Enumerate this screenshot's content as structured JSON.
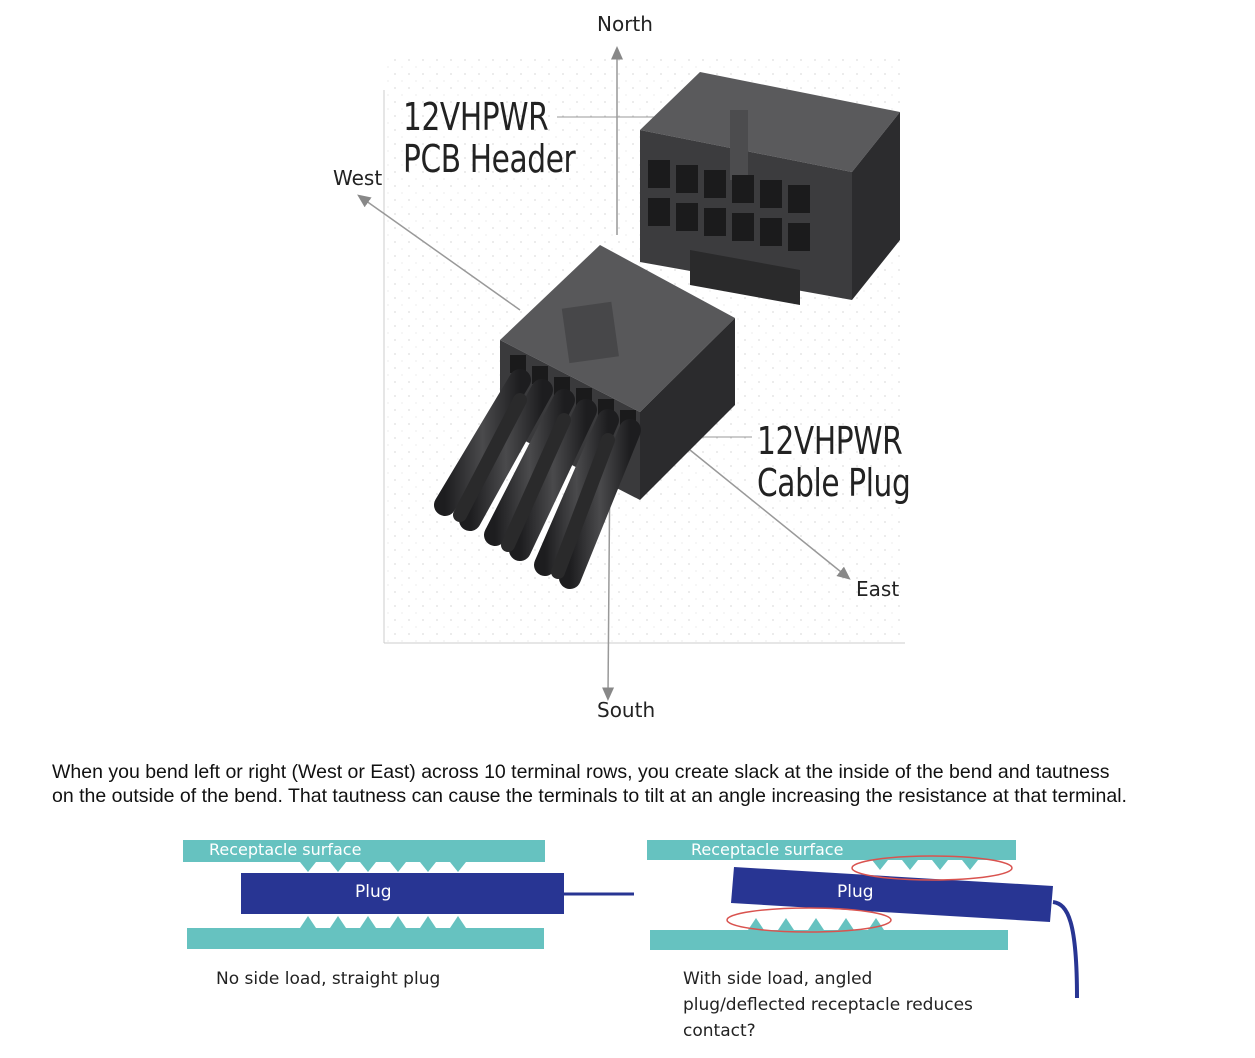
{
  "top_figure": {
    "directions": {
      "north": "North",
      "south": "South",
      "west": "West",
      "east": "East"
    },
    "pcb_header_label": {
      "line1": "12VHPWR",
      "line2": "PCB Header"
    },
    "cable_plug_label": {
      "line1": "12VHPWR",
      "line2": "Cable Plug"
    }
  },
  "explanation": {
    "line1": "When you bend left or right (West or East) across 10 terminal rows, you create slack at the inside of the bend and tautness",
    "line2": "on the outside of the bend.  That tautness can cause the terminals to tilt at an angle increasing the resistance at that terminal."
  },
  "diagram_left": {
    "receptacle_label": "Receptacle surface",
    "plug_label": "Plug",
    "caption": "No side load, straight plug"
  },
  "diagram_right": {
    "receptacle_label": "Receptacle surface",
    "plug_label": "Plug",
    "caption_line1": "With side load, angled",
    "caption_line2": "plug/deflected receptacle reduces",
    "caption_line3": "contact?"
  },
  "colors": {
    "receptacle": "#66c2c0",
    "plug": "#283593",
    "highlight": "#d9534f",
    "connector": "#3c3c3e"
  }
}
